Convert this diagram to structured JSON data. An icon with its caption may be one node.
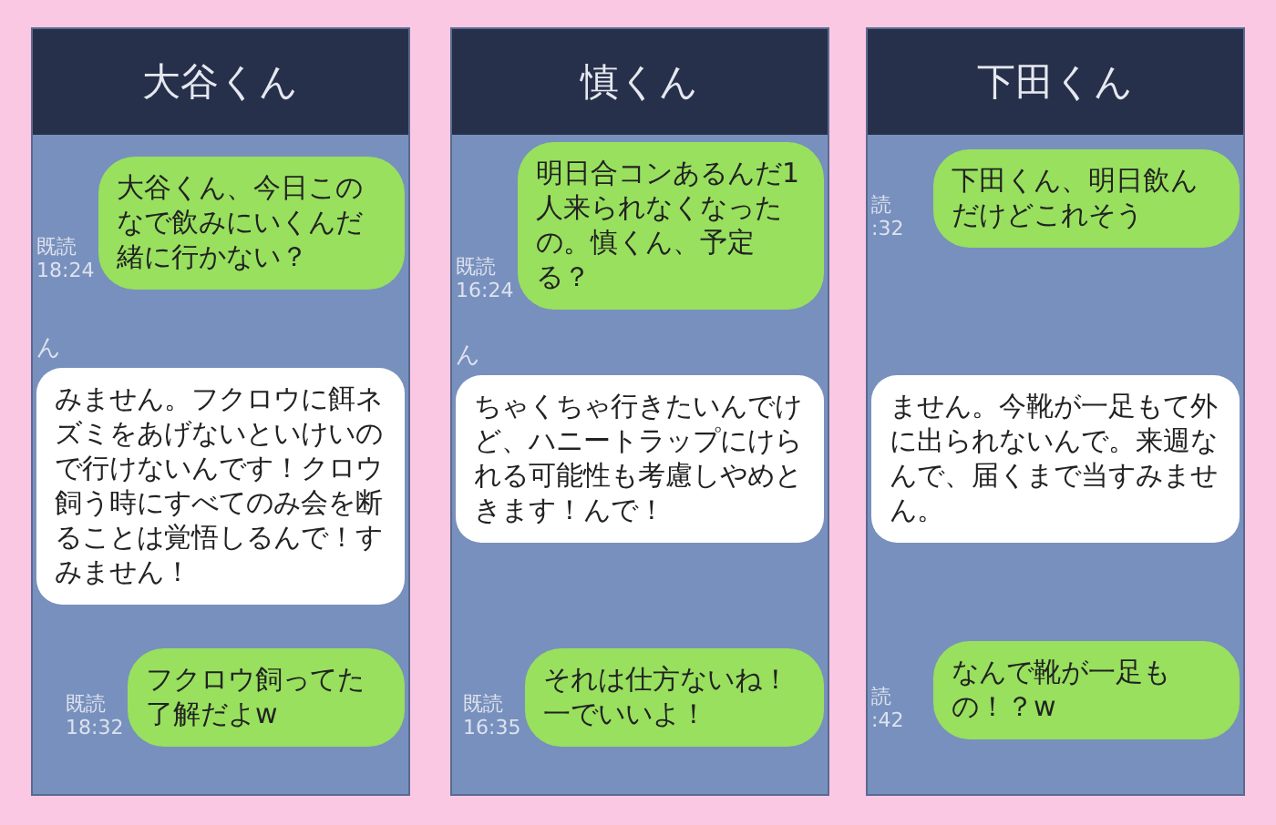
{
  "diagram": {
    "nodes": [
      {
        "text": [
          "大谷くん"
        ]
      },
      {
        "text": [
          "大谷くん、今日このなで飲みにいくんだ緒に行かない？"
        ],
        "in": 0,
        "beside": [
          "既読",
          "18:24"
        ]
      },
      {
        "text": [
          "みません。フクロウに餌ネズミをあげないといけいので行けないんです！クロウ飼う時にすべてのみ会を断ることは覚悟しるんで！すみません！"
        ],
        "in": 0
      },
      {
        "text": [
          "フクロウ飼ってた了解だよw"
        ],
        "in": 0,
        "beside": [
          "既読",
          "18:32"
        ]
      },
      {
        "text": [
          "慎くん"
        ]
      },
      {
        "text": [
          "明日合コンあるんだ1人来られなくなったの。慎くん、予定る？"
        ],
        "in": 4,
        "beside": [
          "既読",
          "16:24"
        ]
      },
      {
        "text": [
          "ちゃくちゃ行きたいんでけど、ハニートラップにけられる可能性も考慮しやめときます！んで！"
        ],
        "in": 4
      },
      {
        "text": [
          "それは仕方ないね！一でいいよ！"
        ],
        "in": 4,
        "beside": [
          "既読",
          "16:35"
        ]
      },
      {
        "text": [
          "下田くん"
        ]
      },
      {
        "text": [
          "下田くん、明日飲んだけどこれそう"
        ],
        "in": 8,
        "beside": [
          "読",
          ":32"
        ]
      },
      {
        "text": [
          "ません。今靴が一足もて外に出られないんで。来週なんで、届くまで当すみません。"
        ],
        "in": 8
      },
      {
        "text": [
          "なんで靴が一足もの！？w"
        ],
        "in": 8,
        "beside": [
          "読",
          ":42"
        ]
      }
    ],
    "labels": [
      "ん",
      "ん"
    ]
  }
}
